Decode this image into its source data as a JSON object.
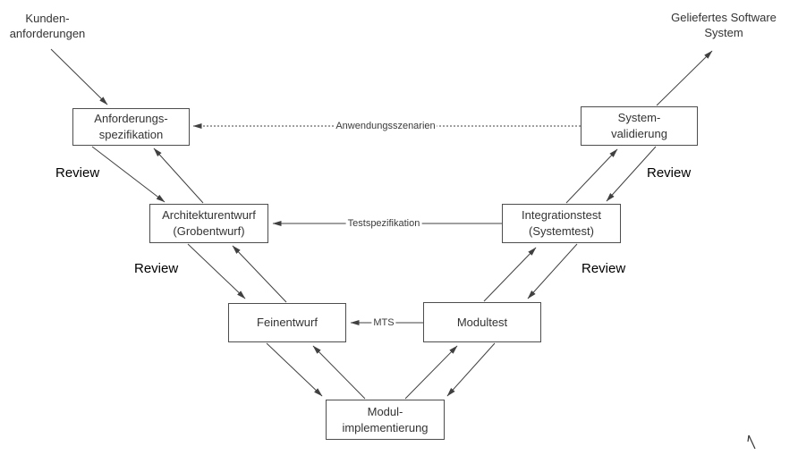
{
  "boxes": {
    "anforderungsspezifikation": {
      "line1": "Anforderungs-",
      "line2": "spezifikation"
    },
    "systemvalidierung": {
      "line1": "System-",
      "line2": "validierung"
    },
    "architekturentwurf": {
      "line1": "Architekturentwurf",
      "line2": "(Grobentwurf)"
    },
    "integrationstest": {
      "line1": "Integrationstest",
      "line2": "(Systemtest)"
    },
    "feinentwurf": {
      "line1": "Feinentwurf"
    },
    "modultest": {
      "line1": "Modultest"
    },
    "modulimplementierung": {
      "line1": "Modul-",
      "line2": "implementierung"
    }
  },
  "external_labels": {
    "kundenanforderungen": {
      "line1": "Kunden-",
      "line2": "anforderungen"
    },
    "geliefertes_software_system": {
      "line1": "Geliefertes Software",
      "line2": "System"
    }
  },
  "connector_labels": {
    "anwendungsszenarien": "Anwendungsszenarien",
    "testspezifikation": "Testspezifikation",
    "mts": "MTS"
  },
  "review_labels": {
    "left_top": "Review",
    "left_middle": "Review",
    "right_top": "Review",
    "right_middle": "Review"
  },
  "colors": {
    "background": "#ffffff",
    "box_border": "#4d4d4d",
    "box_text": "#333333",
    "line": "#404040",
    "review_text": "#000000"
  }
}
